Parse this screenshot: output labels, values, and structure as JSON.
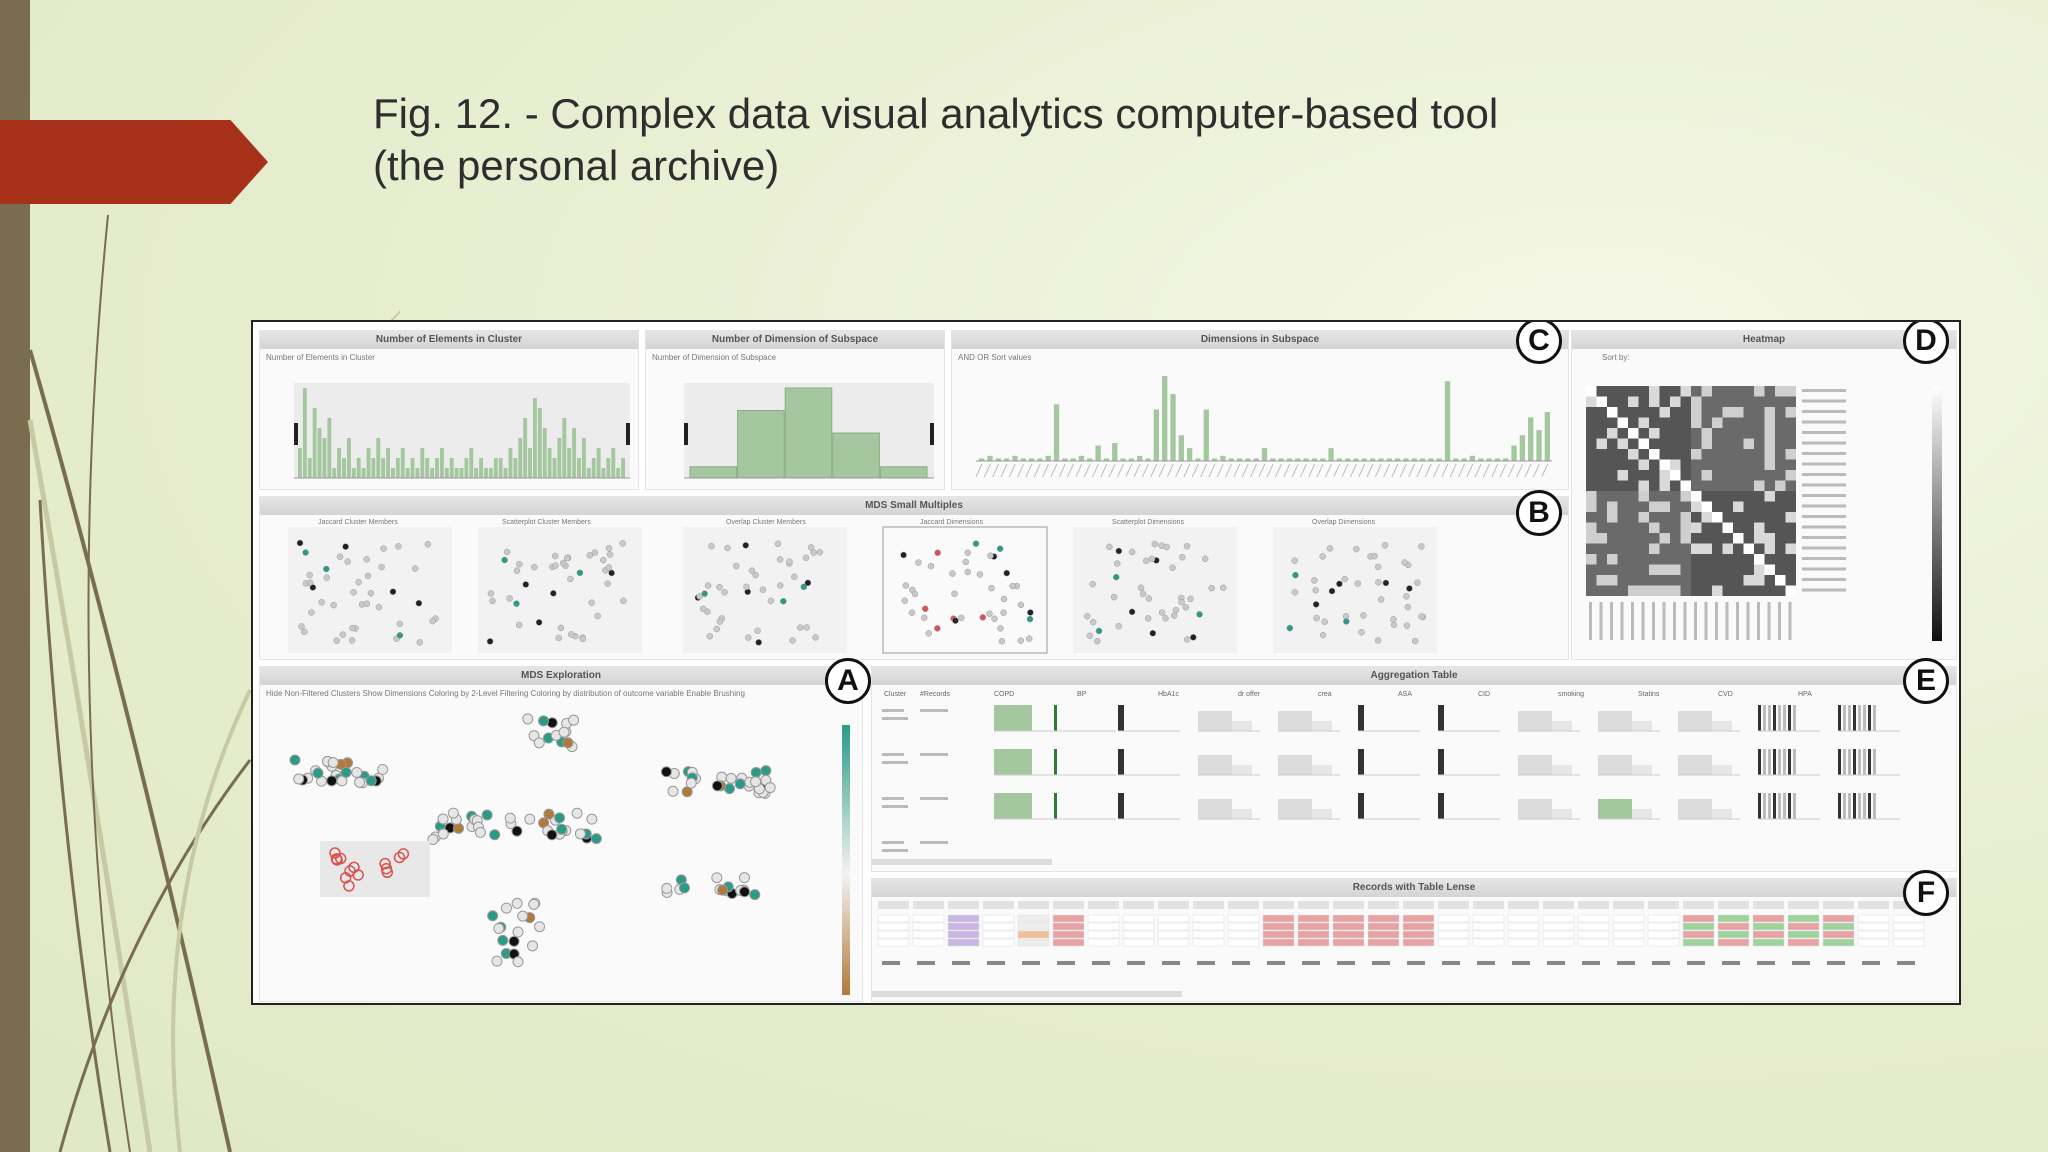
{
  "slide": {
    "title": "Fig. 12. - Complex data visual analytics computer-based tool\n(the personal archive)"
  },
  "panels": {
    "number_of_elements": {
      "title": "Number of Elements in Cluster",
      "subtitle": "Number of Elements in Cluster"
    },
    "number_of_dimensions": {
      "title": "Number of Dimension of Subspace",
      "subtitle": "Number of Dimension of Subspace"
    },
    "dimensions_in_subspace": {
      "title": "Dimensions in Subspace",
      "subtitle": "AND  OR  Sort values"
    },
    "heatmap": {
      "title": "Heatmap",
      "subtitle": "Sort by:"
    },
    "mds_small_multiples": {
      "title": "MDS Small Multiples",
      "items": [
        "Jaccard Cluster Members",
        "Scatterplot Cluster Members",
        "Overlap Cluster Members",
        "Jaccard Dimensions",
        "Scatterplot Dimensions",
        "Overlap Dimensions"
      ]
    },
    "mds_exploration": {
      "title": "MDS Exploration",
      "subtitle": "Hide Non-Filtered Clusters  Show Dimensions  Coloring by 2-Level Filtering  Coloring by distribution of outcome variable  Enable Brushing"
    },
    "aggregation_table": {
      "title": "Aggregation Table",
      "columns": [
        "Cluster",
        "#Records",
        "COPD",
        "BP",
        "HbA1c",
        "dr offer",
        "crea",
        "ASA",
        "CID",
        "smoking",
        "Statins",
        "CVD",
        "HPA"
      ]
    },
    "records_table": {
      "title": "Records with Table Lense"
    }
  },
  "badges": {
    "a": "A",
    "b": "B",
    "c": "C",
    "d": "D",
    "e": "E",
    "f": "F"
  },
  "colors": {
    "accent_red": "#a63118",
    "side_bar": "#7a6c4f",
    "bar_green": "#a5c79f",
    "teal": "#2a9b86",
    "red_cells": "#e7a3a3"
  },
  "chart_data": [
    {
      "type": "bar",
      "title": "Number of Elements in Cluster",
      "values": [
        3,
        9,
        2,
        7,
        5,
        4,
        6,
        1,
        3,
        2,
        4,
        1,
        2,
        1,
        3,
        2,
        4,
        2,
        3,
        1,
        2,
        3,
        1,
        2,
        1,
        3,
        2,
        1,
        2,
        3,
        1,
        2,
        1,
        1,
        2,
        3,
        1,
        2,
        1,
        1,
        2,
        2,
        1,
        3,
        2,
        4,
        6,
        3,
        8,
        7,
        5,
        3,
        2,
        4,
        6,
        3,
        5,
        2,
        4,
        1,
        2,
        3,
        1,
        2,
        3,
        1,
        2
      ]
    },
    {
      "type": "bar",
      "title": "Number of Dimension of Subspace",
      "values": [
        0.05,
        0.3,
        0.4,
        0.2,
        0.05
      ]
    },
    {
      "type": "bar",
      "title": "Dimensions in Subspace",
      "values": [
        0.01,
        0.02,
        0.01,
        0.01,
        0.02,
        0.01,
        0.01,
        0.01,
        0.02,
        0.22,
        0.01,
        0.01,
        0.02,
        0.01,
        0.06,
        0.01,
        0.07,
        0.01,
        0.01,
        0.02,
        0.01,
        0.2,
        0.33,
        0.26,
        0.1,
        0.05,
        0.01,
        0.2,
        0.01,
        0.02,
        0.01,
        0.01,
        0.01,
        0.01,
        0.05,
        0.01,
        0.01,
        0.01,
        0.01,
        0.01,
        0.01,
        0.01,
        0.05,
        0.01,
        0.01,
        0.01,
        0.01,
        0.01,
        0.01,
        0.01,
        0.01,
        0.01,
        0.01,
        0.01,
        0.01,
        0.01,
        0.31,
        0.01,
        0.01,
        0.02,
        0.01,
        0.01,
        0.01,
        0.01,
        0.06,
        0.1,
        0.17,
        0.12,
        0.19
      ]
    }
  ]
}
